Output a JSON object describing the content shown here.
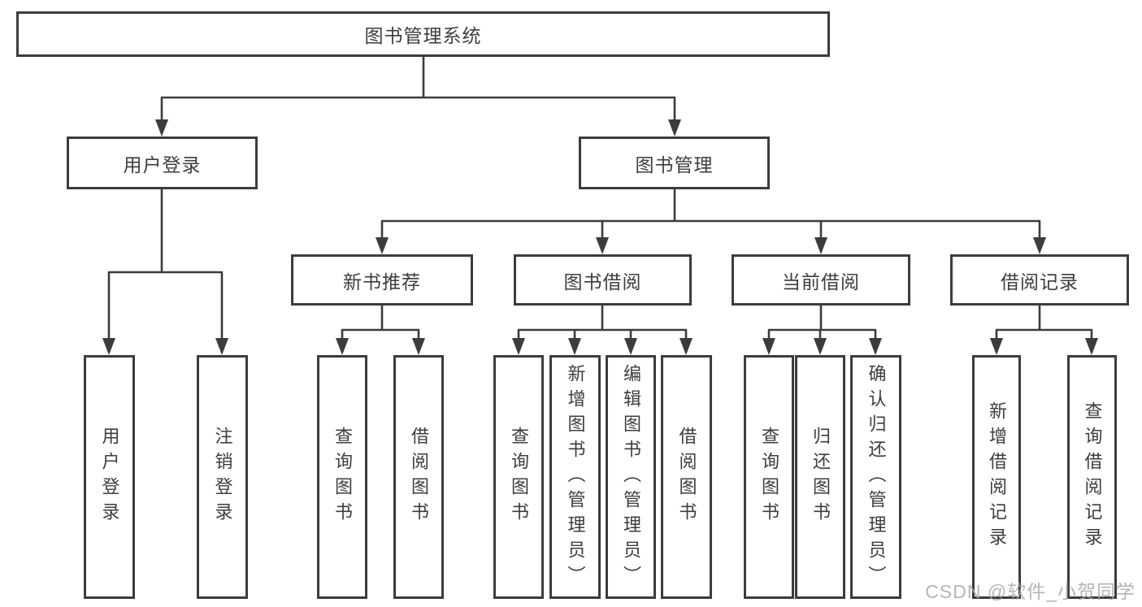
{
  "diagram_type": "hierarchy-tree",
  "tree": {
    "root": "图书管理系统",
    "children": [
      {
        "label": "用户登录",
        "children": [
          "用户登录",
          "注销登录"
        ]
      },
      {
        "label": "图书管理",
        "children": [
          {
            "label": "新书推荐",
            "children": [
              "查询图书",
              "借阅图书"
            ]
          },
          {
            "label": "图书借阅",
            "children": [
              "查询图书",
              "新增图书（管理员）",
              "编辑图书（管理员）",
              "借阅图书"
            ]
          },
          {
            "label": "当前借阅",
            "children": [
              "查询图书",
              "归还图书",
              "确认归还（管理员）"
            ]
          },
          {
            "label": "借阅记录",
            "children": [
              "新增借阅记录",
              "查询借阅记录"
            ]
          }
        ]
      }
    ]
  },
  "watermark": {
    "text": "CSDN @软件_小贺同学"
  },
  "colors": {
    "background": "#ffffff",
    "box_border": "#3c3c3c",
    "connector_line": "#3c3c3c",
    "text": "#3d3d3d",
    "watermark": "#a9a9a9"
  }
}
